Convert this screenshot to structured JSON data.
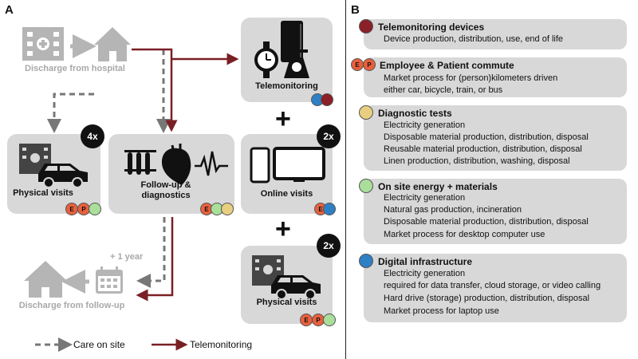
{
  "colors": {
    "telemonitoring_devices": "#8b2028",
    "employee": "#e8603c",
    "patient": "#e8603c",
    "diagnostic_tests": "#e8cf80",
    "on_site_energy": "#a9df9a",
    "digital_infrastructure": "#2e7fc4",
    "care_on_site_arrow": "#777777",
    "telemonitoring_arrow": "#7a1f25"
  },
  "panel_a": {
    "label": "A",
    "discharge_hospital": "Discharge from hospital",
    "telemonitoring": "Telemonitoring",
    "physical_visits_left": "Physical visits",
    "multiplier_left": "4x",
    "follow_up": "Follow-up &\ndiagnostics",
    "online_visits": "Online visits",
    "multiplier_online": "2x",
    "physical_visits_right": "Physical visits",
    "multiplier_right": "2x",
    "plus_1": "+",
    "plus_2": "+",
    "plus_year": "+ 1 year",
    "discharge_followup": "Discharge from follow-up",
    "badge_e": "E",
    "badge_p": "P",
    "legend": {
      "care_on_site": "Care on site",
      "telemonitoring": "Telemonitoring"
    }
  },
  "panel_b": {
    "label": "B",
    "categories": [
      {
        "title": "Telemonitoring devices",
        "lines": [
          "Device production, distribution, use, end of life"
        ]
      },
      {
        "title": "Employee & Patient commute",
        "lines": [
          "Market process for (person)kilometers driven",
          "either car, bicycle, train, or bus"
        ]
      },
      {
        "title": "Diagnostic tests",
        "lines": [
          "Electricity generation",
          "Disposable material production, distribution, disposal",
          "Reusable material production, distribution, disposal",
          "Linen production, distribution, washing, disposal"
        ]
      },
      {
        "title": "On site energy + materials",
        "lines": [
          "Electricity generation",
          "Natural gas production, incineration",
          "Disposable material production, distribution, disposal",
          "Market process for desktop computer use"
        ]
      },
      {
        "title": "Digital infrastructure",
        "lines": [
          "Electricity generation",
          "required for data transfer, cloud storage, or video calling",
          "Hard drive (storage) production, distribution, disposal",
          "Market process for laptop use"
        ]
      }
    ]
  }
}
